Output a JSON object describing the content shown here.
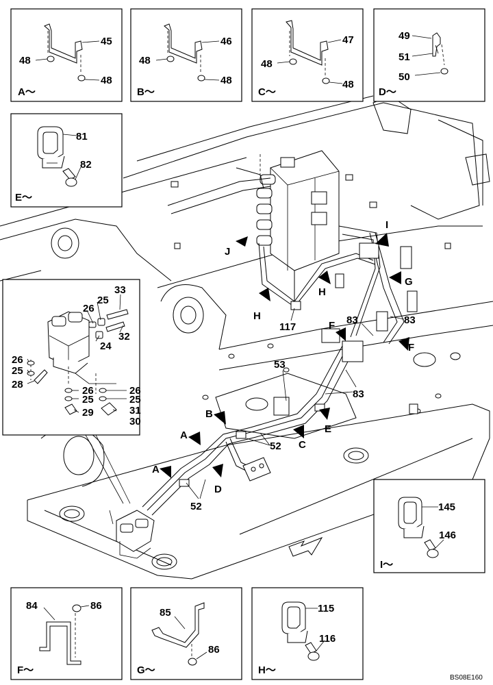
{
  "drawing_code": "BS08E160",
  "detail_views": {
    "A": {
      "title": "A～",
      "labels": [
        "45",
        "48",
        "48"
      ]
    },
    "B": {
      "title": "B～",
      "labels": [
        "46",
        "48",
        "48"
      ]
    },
    "C": {
      "title": "C～",
      "labels": [
        "47",
        "48",
        "48"
      ]
    },
    "D": {
      "title": "D～",
      "labels": [
        "49",
        "51",
        "50"
      ]
    },
    "E": {
      "title": "E～",
      "labels": [
        "81",
        "82"
      ]
    },
    "F": {
      "title": "F～",
      "labels": [
        "84",
        "86"
      ]
    },
    "G": {
      "title": "G～",
      "labels": [
        "85",
        "86"
      ]
    },
    "H": {
      "title": "H～",
      "labels": [
        "115",
        "116"
      ]
    },
    "I": {
      "title": "I～",
      "labels": [
        "145",
        "146"
      ]
    }
  },
  "inset_labels": [
    "33",
    "26",
    "25",
    "32",
    "24",
    "26",
    "25",
    "28",
    "26",
    "25",
    "29",
    "26",
    "25",
    "31",
    "30"
  ],
  "main_labels": [
    "J",
    "H",
    "117",
    "H",
    "G",
    "I",
    "83",
    "F",
    "83",
    "F",
    "53",
    "83",
    "B",
    "A",
    "E",
    "C",
    "52",
    "A",
    "D",
    "52"
  ]
}
